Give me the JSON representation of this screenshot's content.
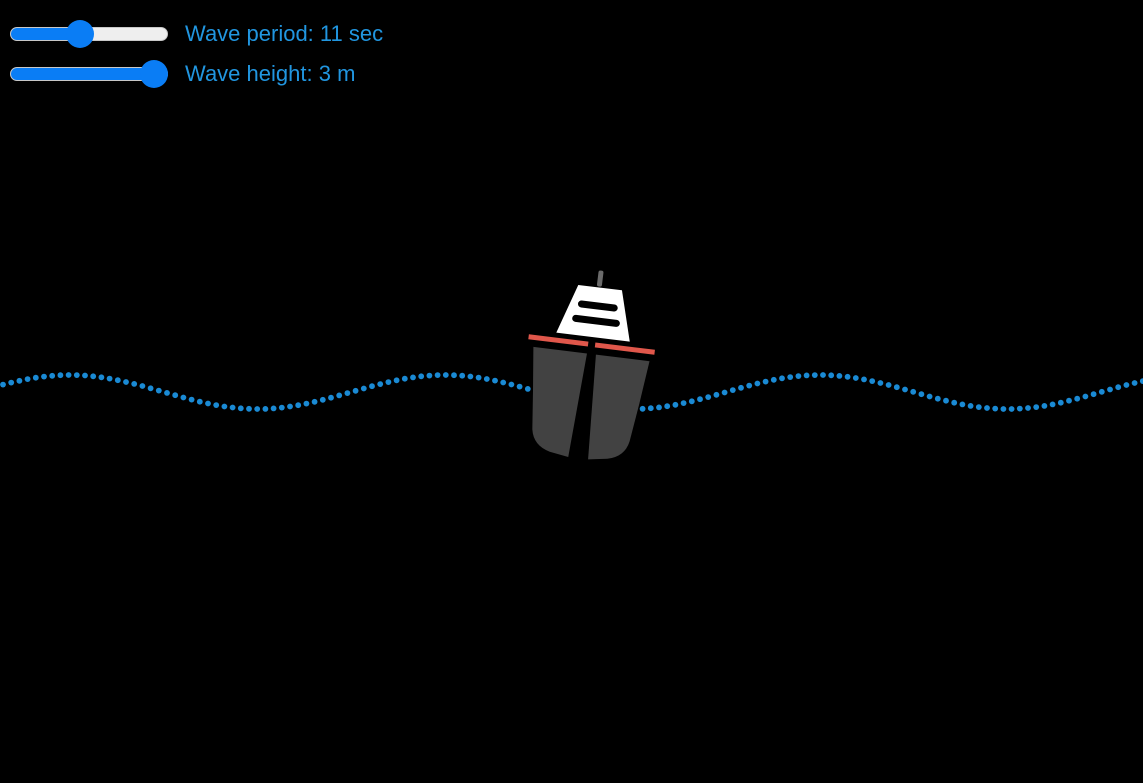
{
  "controls": {
    "period": {
      "prefix": "Wave period: ",
      "value": "11",
      "unit": " sec",
      "level": 0.43
    },
    "height": {
      "prefix": "Wave height: ",
      "value": "3",
      "unit": " m",
      "level": 1.0
    }
  },
  "colors": {
    "background": "#000000",
    "accent": "#0a7df5",
    "label": "#2196e0",
    "wave_dots": "#1a8ad4",
    "hull": "#424242",
    "cabin": "#ffffff",
    "deck_stripe": "#e0574b",
    "mast": "#6b6b6b"
  },
  "icons": {
    "vessel": "ship-icon"
  }
}
